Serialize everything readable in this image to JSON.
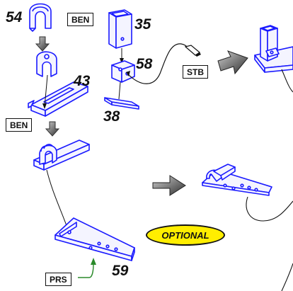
{
  "part_numbers": {
    "p54": "54",
    "p35": "35",
    "p43": "43",
    "p58": "58",
    "p38": "38",
    "p59": "59"
  },
  "tags": {
    "ben_top": "BEN",
    "ben_left": "BEN",
    "stb": "STB",
    "prs": "PRS"
  },
  "badge": {
    "optional": "OPTIONAL"
  },
  "colors": {
    "part_blue": "#1a1aff",
    "part_fill": "#f4f4ff",
    "badge_yellow": "#ffee00",
    "arrow_gray": "#555555",
    "leader_green": "#2a8a2a",
    "ink": "#111111"
  }
}
